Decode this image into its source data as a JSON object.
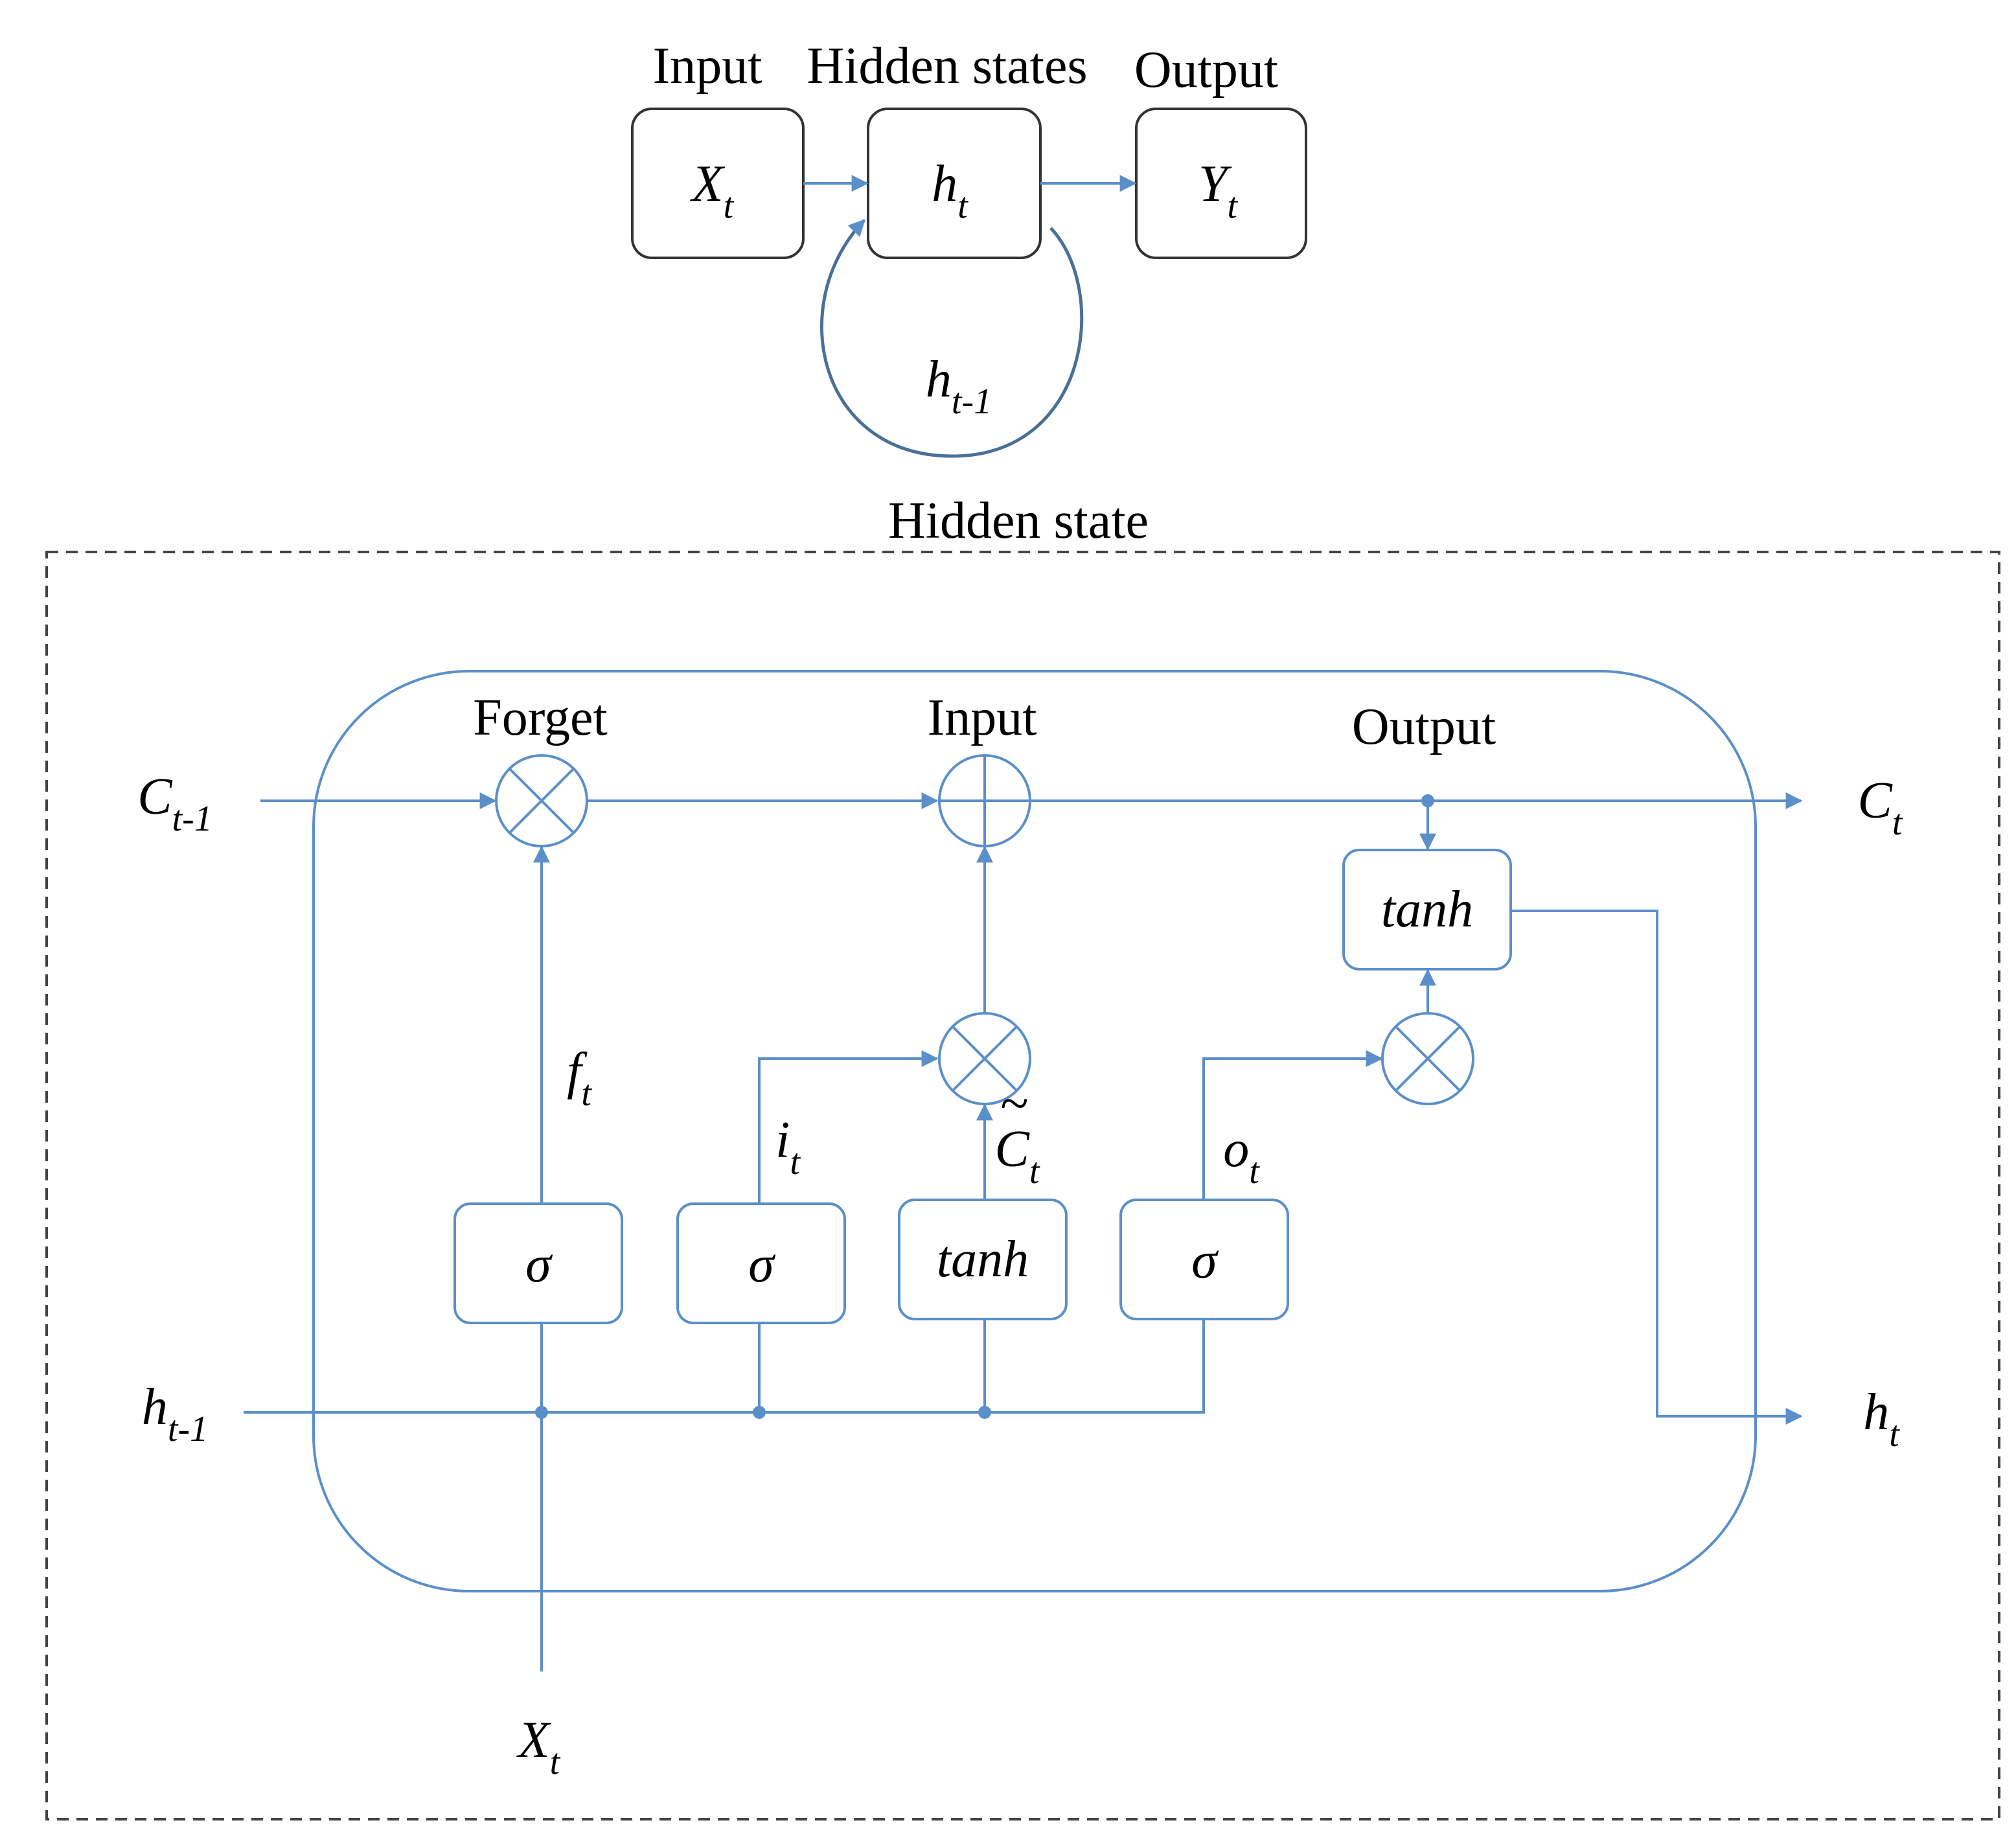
{
  "rnn": {
    "input_label": "Input",
    "hidden_label": "Hidden states",
    "output_label": "Output",
    "x": {
      "main": "X",
      "sub": "t"
    },
    "h": {
      "main": "h",
      "sub": "t"
    },
    "y": {
      "main": "Y",
      "sub": "t"
    },
    "loop": {
      "main": "h",
      "sub": "t-1"
    }
  },
  "lstm": {
    "title": "Hidden state",
    "forget_label": "Forget",
    "input_label": "Input",
    "output_label": "Output",
    "c_prev": {
      "main": "C",
      "sub": "t-1"
    },
    "c_next": {
      "main": "C",
      "sub": "t"
    },
    "h_prev": {
      "main": "h",
      "sub": "t-1"
    },
    "h_next": {
      "main": "h",
      "sub": "t"
    },
    "x_in": {
      "main": "X",
      "sub": "t"
    },
    "f": {
      "main": "f",
      "sub": "t"
    },
    "i": {
      "main": "i",
      "sub": "t"
    },
    "c_tilde": {
      "main": "C",
      "sub": "t",
      "accent": "~"
    },
    "o": {
      "main": "o",
      "sub": "t"
    },
    "sigma": "σ",
    "tanh": "tanh"
  },
  "colors": {
    "blue": "#5b8fc9",
    "box_dark": "#333333",
    "dash": "#444444"
  }
}
